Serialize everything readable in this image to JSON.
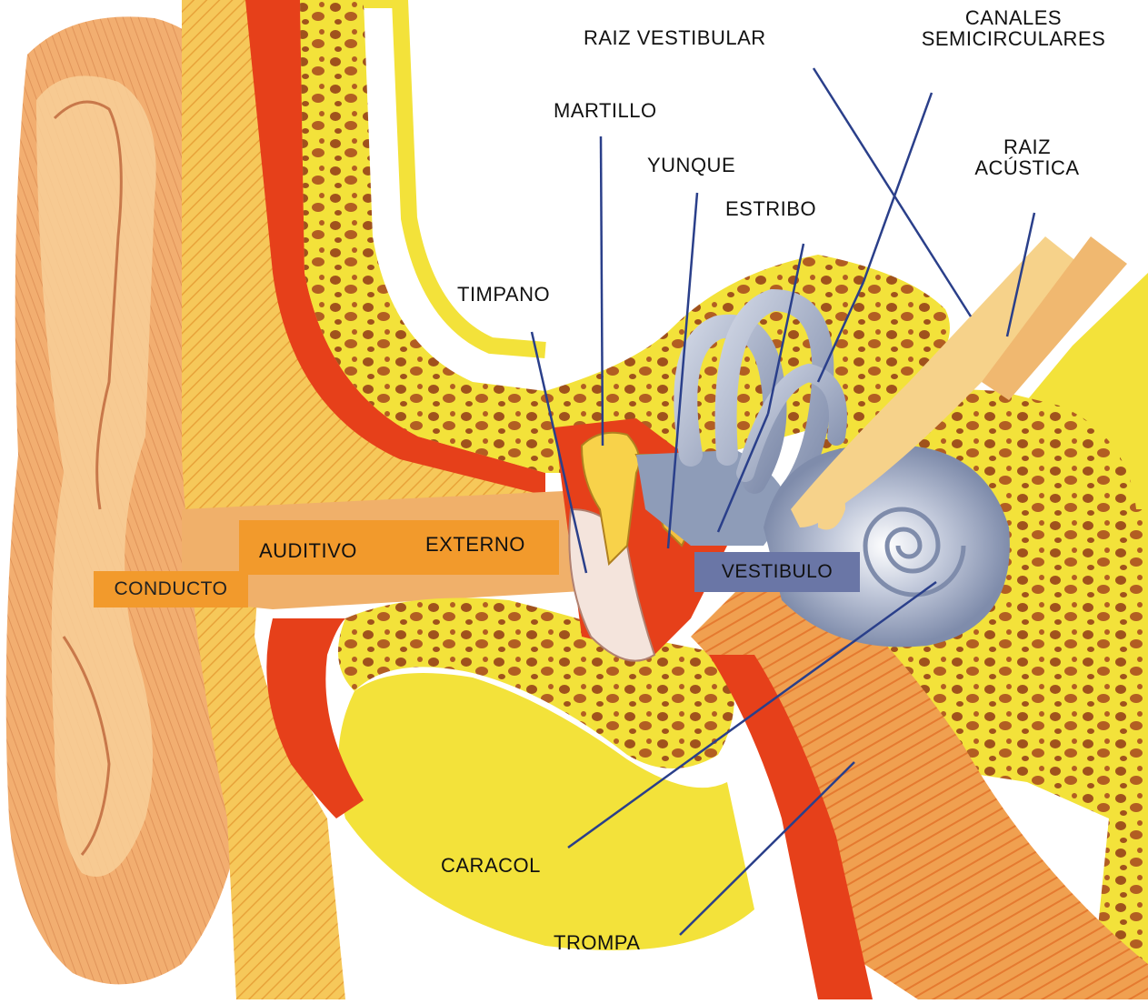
{
  "labels": {
    "raiz_vestibular": "RAIZ VESTIBULAR",
    "canales_line1": "CANALES",
    "canales_line2": "SEMICIRCULARES",
    "martillo": "MARTILLO",
    "raiz_acustica_line1": "RAIZ",
    "raiz_acustica_line2": "ACÚSTICA",
    "yunque": "YUNQUE",
    "estribo": "ESTRIBO",
    "timpano": "TIMPANO",
    "caracol": "CARACOL",
    "trompa": "TROMPA"
  },
  "tags": {
    "conducto": "CONDUCTO",
    "auditivo": "AUDITIVO",
    "externo": "EXTERNO",
    "vestibulo": "VESTIBULO"
  },
  "colors": {
    "skin": "#f0a868",
    "skin_light": "#f8cf98",
    "bone": "#f3e23a",
    "bone_pore": "#a0521c",
    "muscle": "#e6401a",
    "inner_ear": "#8e9cb8",
    "inner_ear_light": "#c4cbdc",
    "tag_orange": "#f29a2c",
    "tag_blue": "#6a76a6",
    "leader": "#2a3f8a"
  }
}
